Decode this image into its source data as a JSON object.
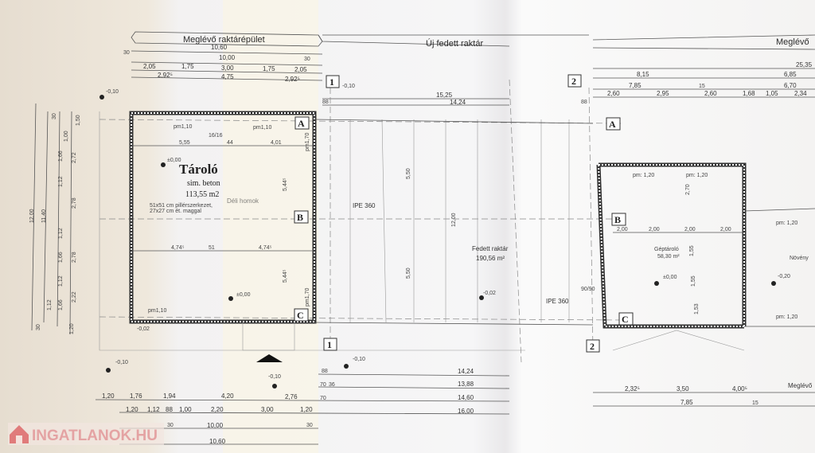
{
  "headers": {
    "existing_building": "Meglévő raktárépület",
    "new_covered_storage": "Új fedett raktár",
    "existing_right": "Meglévő"
  },
  "rooms": {
    "storage": {
      "name": "Tároló",
      "material": "sim. beton",
      "area": "113,55 m2"
    },
    "covered_storage": {
      "name": "Fedett raktár",
      "area": "190,56 m²"
    },
    "machine_storage": {
      "name": "Géptároló",
      "area": "58,30 m²"
    },
    "plant_partial": {
      "name": "Növény"
    }
  },
  "notes": {
    "pillar_note_1": "51x51 cm pillérszerkezet,",
    "pillar_note_2": "27x27 cm ét. maggal",
    "beam_1": "IPE 360",
    "beam_2": "IPE 360",
    "faded_text": "Déli homok"
  },
  "axes": {
    "a": "A",
    "b": "B",
    "c": "C",
    "one": "1",
    "two": "2"
  },
  "levels": {
    "minus_010": "-0,10",
    "zero": "±0,00",
    "minus_002": "-0,02",
    "minus_020": "-0,20"
  },
  "top_dims": {
    "d1060": "10,60",
    "d1000": "10,00",
    "d30a": "30",
    "d30b": "30",
    "row3": [
      "2,05",
      "1,75",
      "3,00",
      "1,75",
      "2,05"
    ],
    "row4": [
      "2,92⁵",
      "4,75",
      "2,92⁵"
    ],
    "d1525": "15,25",
    "d1424": "14,24",
    "d88a": "88",
    "d88b": "88",
    "d2535": "25,35",
    "d815": "8,15",
    "d685": "6,85",
    "d785": "7,85",
    "d15": "15",
    "d670": "6,70",
    "right_row": [
      "2,60",
      "2,95",
      "2,60",
      "1,68",
      "1,05",
      "2,34"
    ]
  },
  "inner_dims": {
    "d555": "5,55",
    "d44": "44",
    "d401": "4,01",
    "d544a": "5,44⁵",
    "d544b": "5,44⁵",
    "d474a": "4,74⁵",
    "d51": "51",
    "d474b": "4,74⁵",
    "pm110": "pm1,10",
    "pm170": "pm1,70",
    "d1616": "16/16",
    "d550": "5,50",
    "d1200": "12,00",
    "gep_row": [
      "2,00",
      "2,00",
      "2,00",
      "2,00"
    ],
    "gep_v": [
      "1,55",
      "1,55",
      "1,53"
    ],
    "d270": "2,70",
    "pm120": "pm: 1,20",
    "d9090": "90/90"
  },
  "left_dims": {
    "d1200": "12,00",
    "d1140": "11,40",
    "col": [
      "30",
      "1,50",
      "1,00",
      "1,66",
      "1,12",
      "2,72",
      "2,78",
      "1,12",
      "1,66",
      "1,12",
      "2,78",
      "1,66",
      "1,12",
      "2,22",
      "1,20",
      "30"
    ]
  },
  "bottom_dims": {
    "d1424": "14,24",
    "d1388": "13,88",
    "d1460": "14,60",
    "d1600": "16,00",
    "d88": "88",
    "d70": "70",
    "d36": "36",
    "row1": [
      "1,20",
      "1,76",
      "1,94",
      "4,20",
      "2,76"
    ],
    "row2": [
      "1,20",
      "1,12",
      "88",
      "1,00",
      "2,20",
      "3,00",
      "1,20"
    ],
    "d1000": "10,00",
    "d1060": "10,60",
    "d30a": "30",
    "d30b": "30",
    "right_row": [
      "2,32⁵",
      "3,50",
      "4,00⁵",
      "7,85",
      "15",
      "Meglévő"
    ]
  },
  "watermark": {
    "text": "INGATLANOK.HU"
  }
}
